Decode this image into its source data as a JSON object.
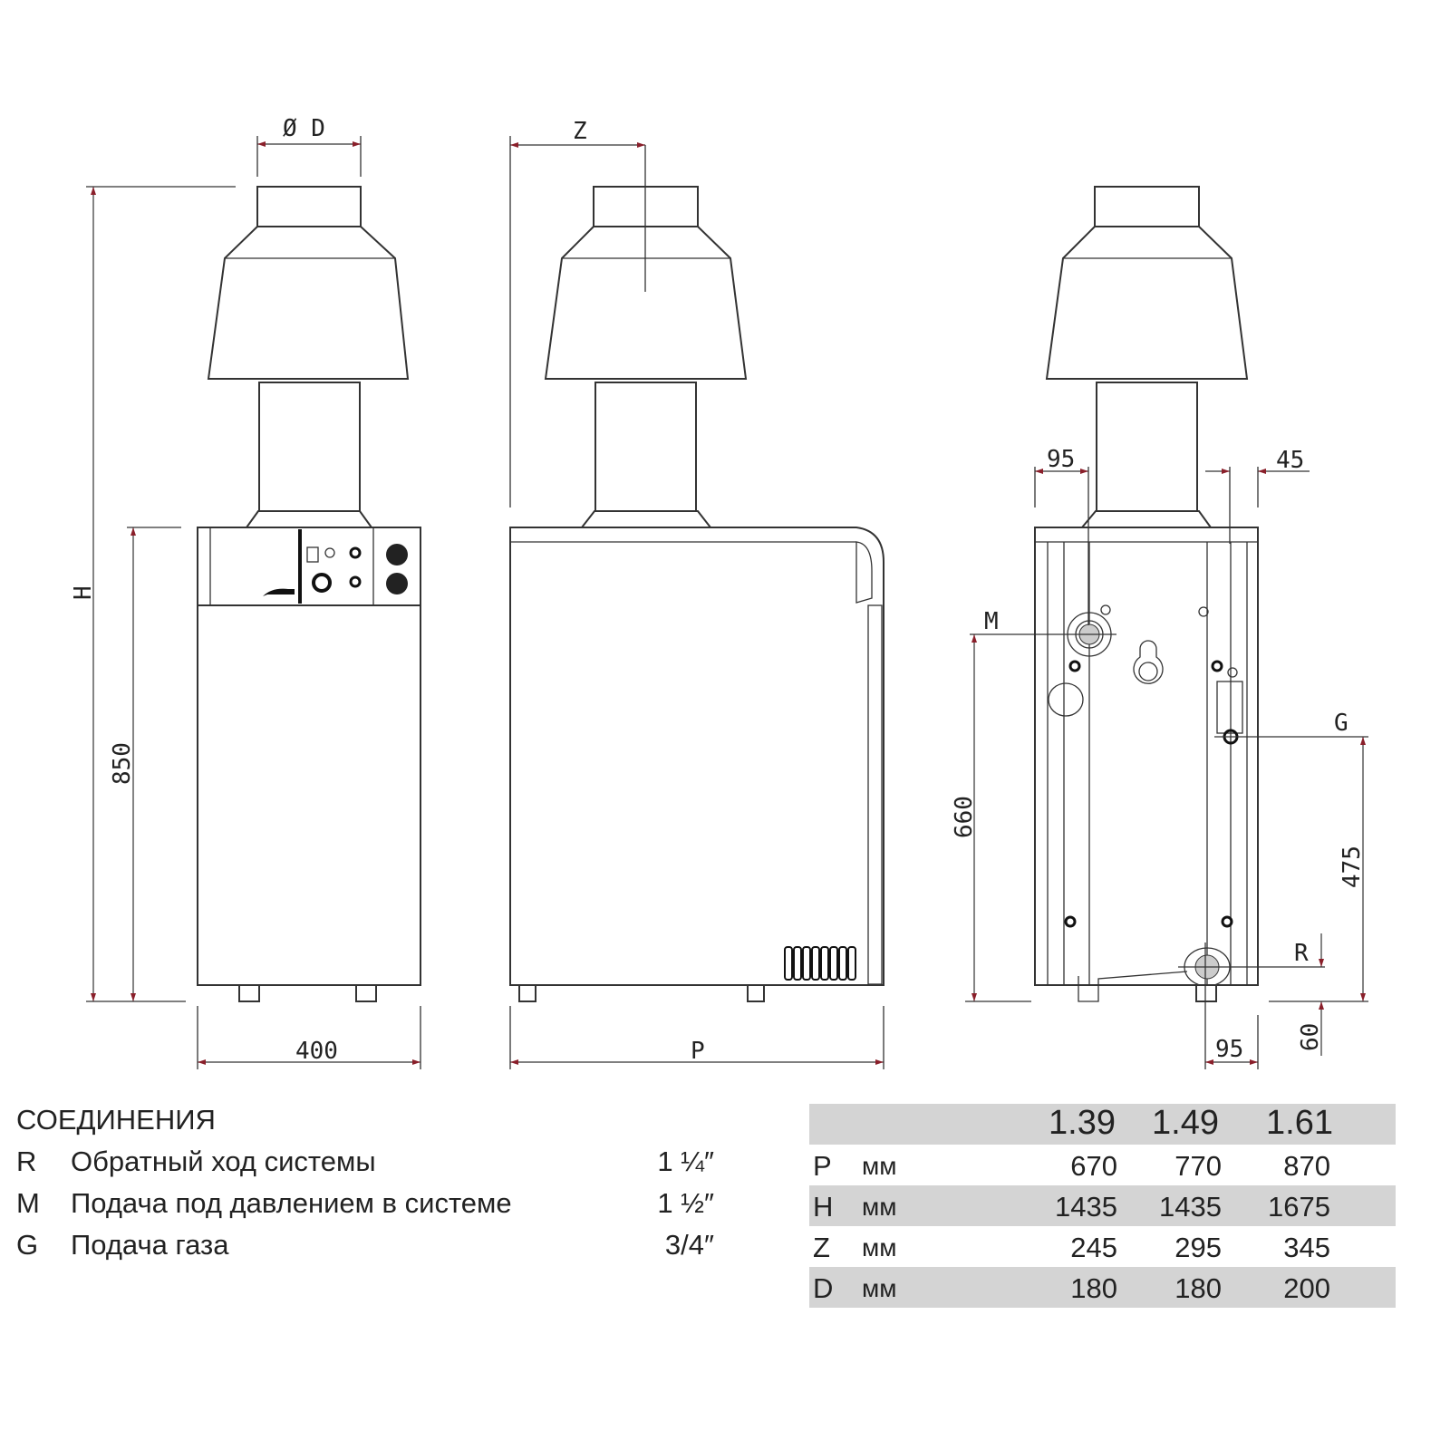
{
  "drawing": {
    "labels": {
      "diameter": "Ø D",
      "z": "Z",
      "h": "H",
      "height_850": "850",
      "width_400": "400",
      "p": "P",
      "offset_95_top": "95",
      "offset_45": "45",
      "m": "M",
      "g": "G",
      "height_660": "660",
      "height_475": "475",
      "r": "R",
      "offset_95_bottom": "95",
      "height_60": "60"
    }
  },
  "connections": {
    "title": "СОЕДИНЕНИЯ",
    "items": [
      {
        "code": "R",
        "description": "Обратный ход системы",
        "size": "1 ¼″"
      },
      {
        "code": "M",
        "description": "Подача под давлением в системе",
        "size": "1 ½″"
      },
      {
        "code": "G",
        "description": "Подача газа",
        "size": "3/4″"
      }
    ]
  },
  "dimensions_table": {
    "models": [
      "1.39",
      "1.49",
      "1.61"
    ],
    "rows": [
      {
        "param": "P",
        "unit": "мм",
        "values": [
          "670",
          "770",
          "870"
        ]
      },
      {
        "param": "H",
        "unit": "мм",
        "values": [
          "1435",
          "1435",
          "1675"
        ]
      },
      {
        "param": "Z",
        "unit": "мм",
        "values": [
          "245",
          "295",
          "345"
        ]
      },
      {
        "param": "D",
        "unit": "мм",
        "values": [
          "180",
          "180",
          "200"
        ]
      }
    ]
  }
}
